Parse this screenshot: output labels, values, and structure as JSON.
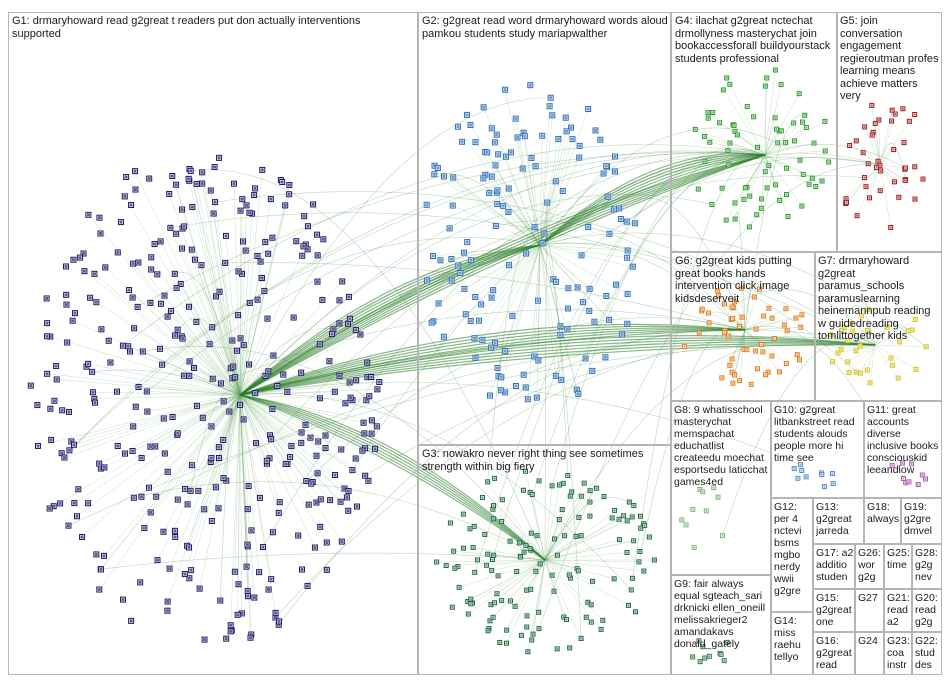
{
  "groups": [
    {
      "id": "G1",
      "label": "G1: drmaryhoward read g2great t readers put don actually interventions supported",
      "color": "#1a1a66"
    },
    {
      "id": "G2",
      "label": "G2: g2great read word drmaryhoward words aloud pamkou students study mariapwalther",
      "color": "#2f6fb7"
    },
    {
      "id": "G3",
      "label": "G3: nowakro never right thing see sometimes strength within big fiery",
      "color": "#1f6b3f"
    },
    {
      "id": "G4",
      "label": "G4: ilachat g2great nctechat drmollyness masterychat join bookaccessforall buildyourstack students professional",
      "color": "#2e9a2e"
    },
    {
      "id": "G5",
      "label": "G5: join conversation engagement regieroutman profes learning means achieve matters very",
      "color": "#9c1c1c"
    },
    {
      "id": "G6",
      "label": "G6: g2great kids putting great books hands intervention click image kidsdeserveit",
      "color": "#e07b1a"
    },
    {
      "id": "G7",
      "label": "G7: drmaryhoward g2great paramus_schools paramuslearning heinemannpub reading w guidedreading tomlittogether kids",
      "color": "#d8c21a"
    },
    {
      "id": "G8",
      "label": "G8: 9 whatisschool masterychat memspachat educhatlist createedu moechat esportsedu laticchat games4ed",
      "color": "#7fb77f"
    },
    {
      "id": "G9",
      "label": "G9: fair always equal sgteach_sari drknicki ellen_oneill melissakrieger2 amandakavs donald_gately",
      "color": "#3a7a4a"
    },
    {
      "id": "G10",
      "label": "G10: g2great litbankstreet read students alouds people more hi time see",
      "color": "#5a8ac9"
    },
    {
      "id": "G11",
      "label": "G11: great accounts diverse inclusive books consciouskid leeandlow",
      "color": "#b05ab0"
    },
    {
      "id": "G12",
      "label": "G12: per 4 nctevi bsms mgbo nerdy wwii g2gre",
      "color": "#333333"
    },
    {
      "id": "G13",
      "label": "G13: g2great jarreda",
      "color": "#333333"
    },
    {
      "id": "G14",
      "label": "G14: miss raehu tellyo",
      "color": "#333333"
    },
    {
      "id": "G15",
      "label": "G15: g2great one",
      "color": "#333333"
    },
    {
      "id": "G16",
      "label": "G16: g2great read",
      "color": "#333333"
    },
    {
      "id": "G17",
      "label": "G17: a2 additio studen",
      "color": "#333333"
    },
    {
      "id": "G18",
      "label": "G18: always",
      "color": "#333333"
    },
    {
      "id": "G19",
      "label": "G19: g2gre dmvel",
      "color": "#333333"
    },
    {
      "id": "G20",
      "label": "G20: read g2g",
      "color": "#333333"
    },
    {
      "id": "G21",
      "label": "G21: read a2",
      "color": "#333333"
    },
    {
      "id": "G22",
      "label": "G22: stud des",
      "color": "#333333"
    },
    {
      "id": "G23",
      "label": "G23: coa instr",
      "color": "#333333"
    },
    {
      "id": "G24",
      "label": "G24",
      "color": "#333333"
    },
    {
      "id": "G25",
      "label": "G25: time",
      "color": "#333333"
    },
    {
      "id": "G26",
      "label": "G26: wor g2g",
      "color": "#333333"
    },
    {
      "id": "G27",
      "label": "G27",
      "color": "#333333"
    },
    {
      "id": "G28",
      "label": "G28: g2g nev",
      "color": "#333333"
    }
  ]
}
